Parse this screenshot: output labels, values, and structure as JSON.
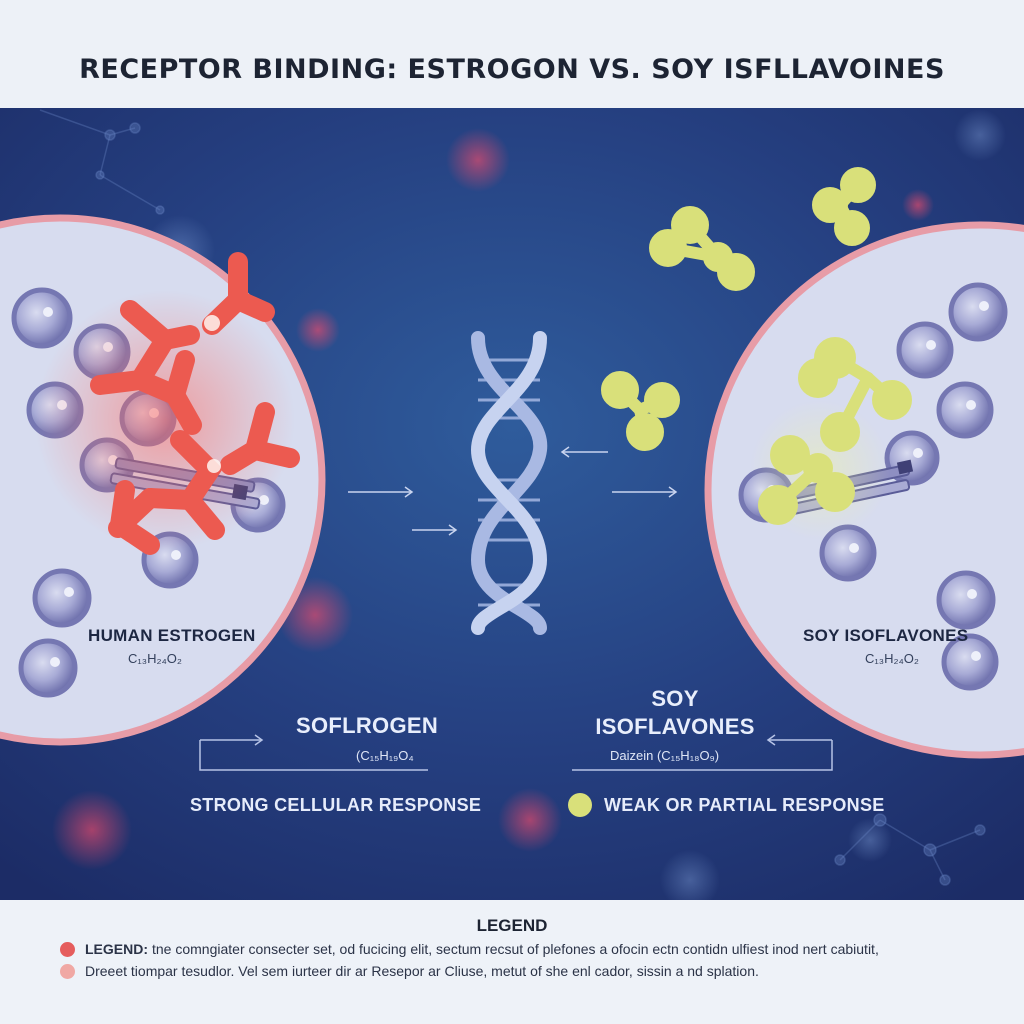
{
  "title": "RECEPTOR BINDING: ESTROGON VS. SOY ISFLLAVOINES",
  "left_cell": {
    "label": "HUMAN ESTROGEN",
    "formula": "C₁₃H₂₄O₂"
  },
  "right_cell": {
    "label": "SOY ISOFLAVONES",
    "formula": "C₁₃H₂₄O₂"
  },
  "left_molecule": {
    "name": "SOFLROGEN",
    "formula": "(C₁₅H₁₉O₄"
  },
  "right_molecule": {
    "name_line1": "SOY",
    "name_line2": "ISOFLAVONES",
    "formula": "Daizein (C₁₅H₁₈O₉)"
  },
  "responses": {
    "strong": "STRONG CELLULAR RESPONSE",
    "weak": "WEAK OR PARTIAL RESPONSE"
  },
  "legend": {
    "title": "LEGEND",
    "row1_bold": "LEGEND:",
    "row1_text": "tne comngiater consecter set, od fucicing elit, sectum recsut of plefones a ofocin ectn contidn ulfiest inod nert cabiutit,",
    "row2_text": "Dreeet tiompar tesudlor. Vel sem iurteer dir ar Resepor ar Cliuse, metut of she enl cador, sissin a nd splation."
  },
  "colors": {
    "estrogen": "#ec5a50",
    "isoflavone": "#d9e07a",
    "background": "#233a78",
    "cell": "#d6dbee",
    "cell_border": "#e59ba6"
  }
}
